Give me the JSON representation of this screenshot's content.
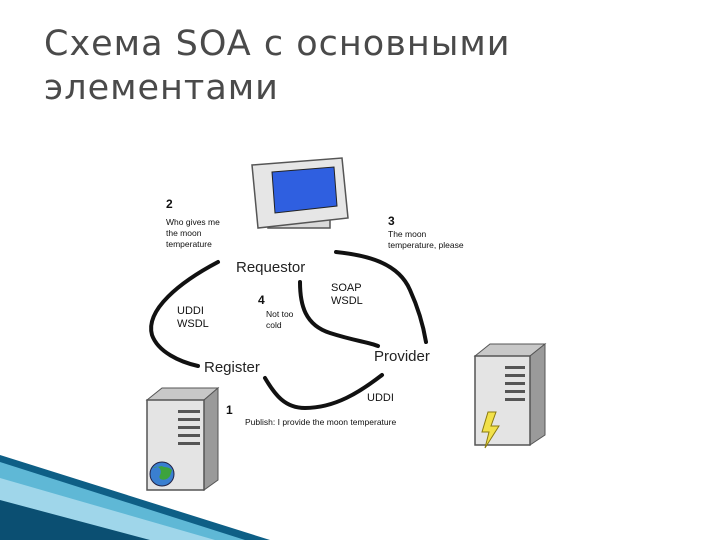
{
  "slide": {
    "title_line1": "Схема SOA с основными",
    "title_line2": "элементами"
  },
  "diagram": {
    "nodes": {
      "requestor": "Requestor",
      "register": "Register",
      "provider": "Provider"
    },
    "steps": {
      "step1": {
        "number": "1",
        "text": "Publish: I provide the moon temperature"
      },
      "step2": {
        "number": "2",
        "line1": "Who gives me",
        "line2": "the moon",
        "line3": "temperature"
      },
      "step3": {
        "number": "3",
        "line1": "The moon",
        "line2": "temperature, please"
      },
      "step4": {
        "number": "4",
        "line1": "Not too",
        "line2": "cold"
      }
    },
    "connection_labels": {
      "udddi_wsdl_line1": "UDDI",
      "udddi_wsdl_line2": "WSDL",
      "soap_wsdl_line1": "SOAP",
      "soap_wsdl_line2": "WSDL",
      "uddi": "UDDI"
    },
    "icons": {
      "requestor": "computer-monitor-icon",
      "register": "server-globe-icon",
      "provider": "server-lightning-icon"
    },
    "colors": {
      "screen": "#2f5fe0",
      "stripe_dark": "#0e5f86",
      "stripe_light": "#5fb8d6",
      "title": "#4a4a4a"
    }
  }
}
